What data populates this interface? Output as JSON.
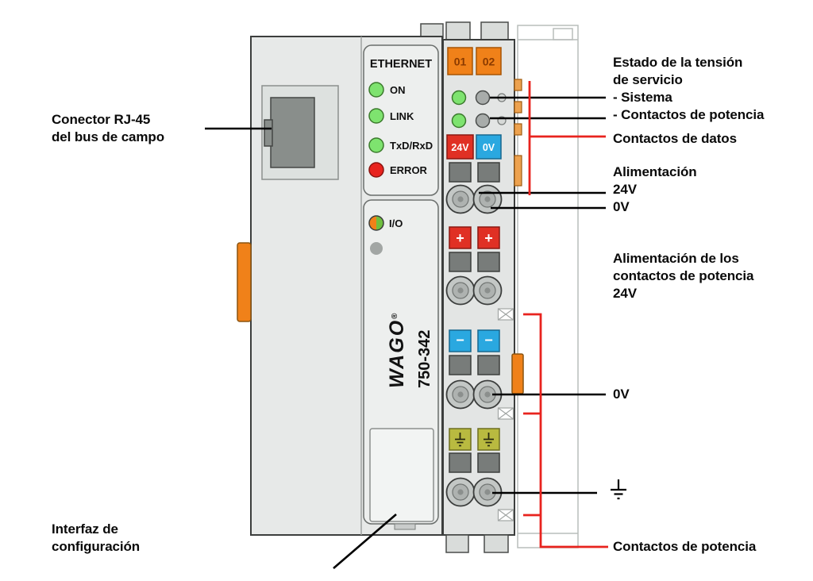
{
  "title": "WAGO 750-342 Ethernet fieldbus coupler diagram",
  "colors": {
    "led_green": "#7ee36f",
    "led_red": "#e8231e",
    "orange": "#f08119",
    "terminal_red": "#e03024",
    "terminal_blue": "#2aa8e0",
    "ground_yellow": "#b9ba40",
    "wago_green": "#63b323",
    "callout_red": "#e8231e"
  },
  "module": {
    "ethernet_title": "ETHERNET",
    "leds": [
      {
        "name": "on",
        "label": "ON"
      },
      {
        "name": "link",
        "label": "LINK"
      },
      {
        "name": "txd-rxd",
        "label": "TxD/RxD"
      },
      {
        "name": "error",
        "label": "ERROR"
      }
    ],
    "io_label": "I/O",
    "brand": "WAGO",
    "brand_reg": "®",
    "model": "750-342"
  },
  "terminal_block": {
    "numbers": [
      "01",
      "02"
    ],
    "v24": "24V",
    "v0": "0V",
    "plus": "+",
    "minus": "−"
  },
  "annotations": {
    "rj45": "Conector RJ-45\ndel bus de campo",
    "estado": "Estado de la tensión\nde servicio\n- Sistema\n- Contactos de potencia",
    "datos": "Contactos de datos",
    "alimentacion": "Alimentación\n24V\n0V",
    "alimentacion_potencia": "Alimentación de los\ncontactos de potencia\n24V",
    "cero_v": "0V",
    "potencia": "Contactos de potencia",
    "config": "Interfaz de\nconfiguración"
  }
}
